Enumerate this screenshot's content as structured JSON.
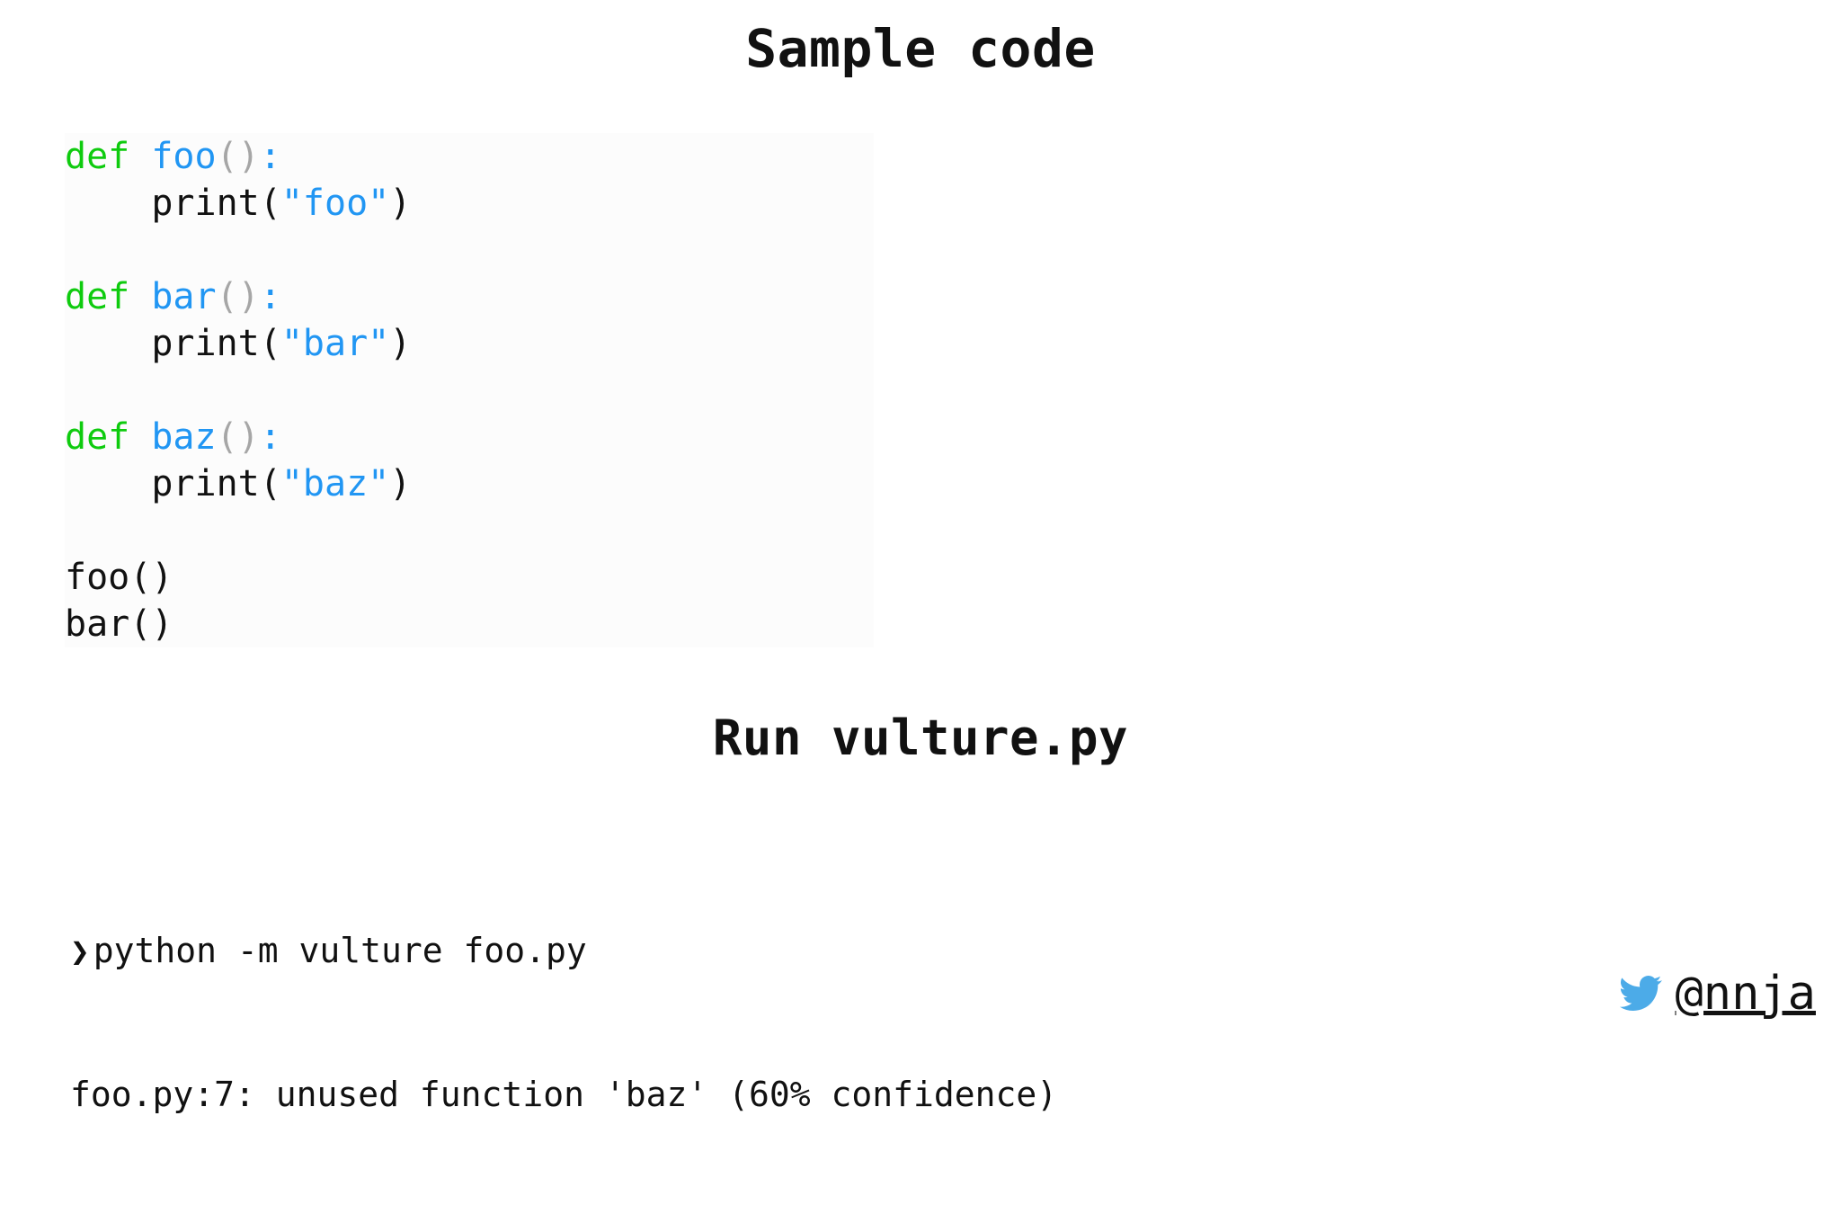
{
  "slide": {
    "background_color": "#ffffff",
    "title": "Sample code",
    "section_title": "Run vulture.py"
  },
  "colors": {
    "keyword_green": "#0ecb0e",
    "function_blue": "#2196f3",
    "punct_gray": "#a6a6a6",
    "string_blue": "#2196f3",
    "text_black": "#111111",
    "twitter_blue": "#4cabe8",
    "code_bg": "#fcfcfc"
  },
  "code": {
    "language": "python",
    "filename_implied": "foo.py",
    "lines": [
      {
        "tokens": [
          {
            "text": "def ",
            "kind": "keyword"
          },
          {
            "text": "foo",
            "kind": "function"
          },
          {
            "text": "()",
            "kind": "punct"
          },
          {
            "text": ":",
            "kind": "colon"
          }
        ]
      },
      {
        "tokens": [
          {
            "text": "    print(",
            "kind": "plain"
          },
          {
            "text": "\"foo\"",
            "kind": "string"
          },
          {
            "text": ")",
            "kind": "plain"
          }
        ]
      },
      {
        "tokens": []
      },
      {
        "tokens": [
          {
            "text": "def ",
            "kind": "keyword"
          },
          {
            "text": "bar",
            "kind": "function"
          },
          {
            "text": "()",
            "kind": "punct"
          },
          {
            "text": ":",
            "kind": "colon"
          }
        ]
      },
      {
        "tokens": [
          {
            "text": "    print(",
            "kind": "plain"
          },
          {
            "text": "\"bar\"",
            "kind": "string"
          },
          {
            "text": ")",
            "kind": "plain"
          }
        ]
      },
      {
        "tokens": []
      },
      {
        "tokens": [
          {
            "text": "def ",
            "kind": "keyword"
          },
          {
            "text": "baz",
            "kind": "function"
          },
          {
            "text": "()",
            "kind": "punct"
          },
          {
            "text": ":",
            "kind": "colon"
          }
        ]
      },
      {
        "tokens": [
          {
            "text": "    print(",
            "kind": "plain"
          },
          {
            "text": "\"baz\"",
            "kind": "string"
          },
          {
            "text": ")",
            "kind": "plain"
          }
        ]
      },
      {
        "tokens": []
      },
      {
        "tokens": [
          {
            "text": "foo()",
            "kind": "plain"
          }
        ]
      },
      {
        "tokens": [
          {
            "text": "bar()",
            "kind": "plain"
          }
        ]
      }
    ]
  },
  "terminal": {
    "prompt_glyph": "❯",
    "command": "python -m vulture foo.py",
    "output": "foo.py:7: unused function 'baz' (60% confidence)"
  },
  "footer": {
    "twitter_icon": "twitter-bird-icon",
    "handle": "@nnja"
  }
}
